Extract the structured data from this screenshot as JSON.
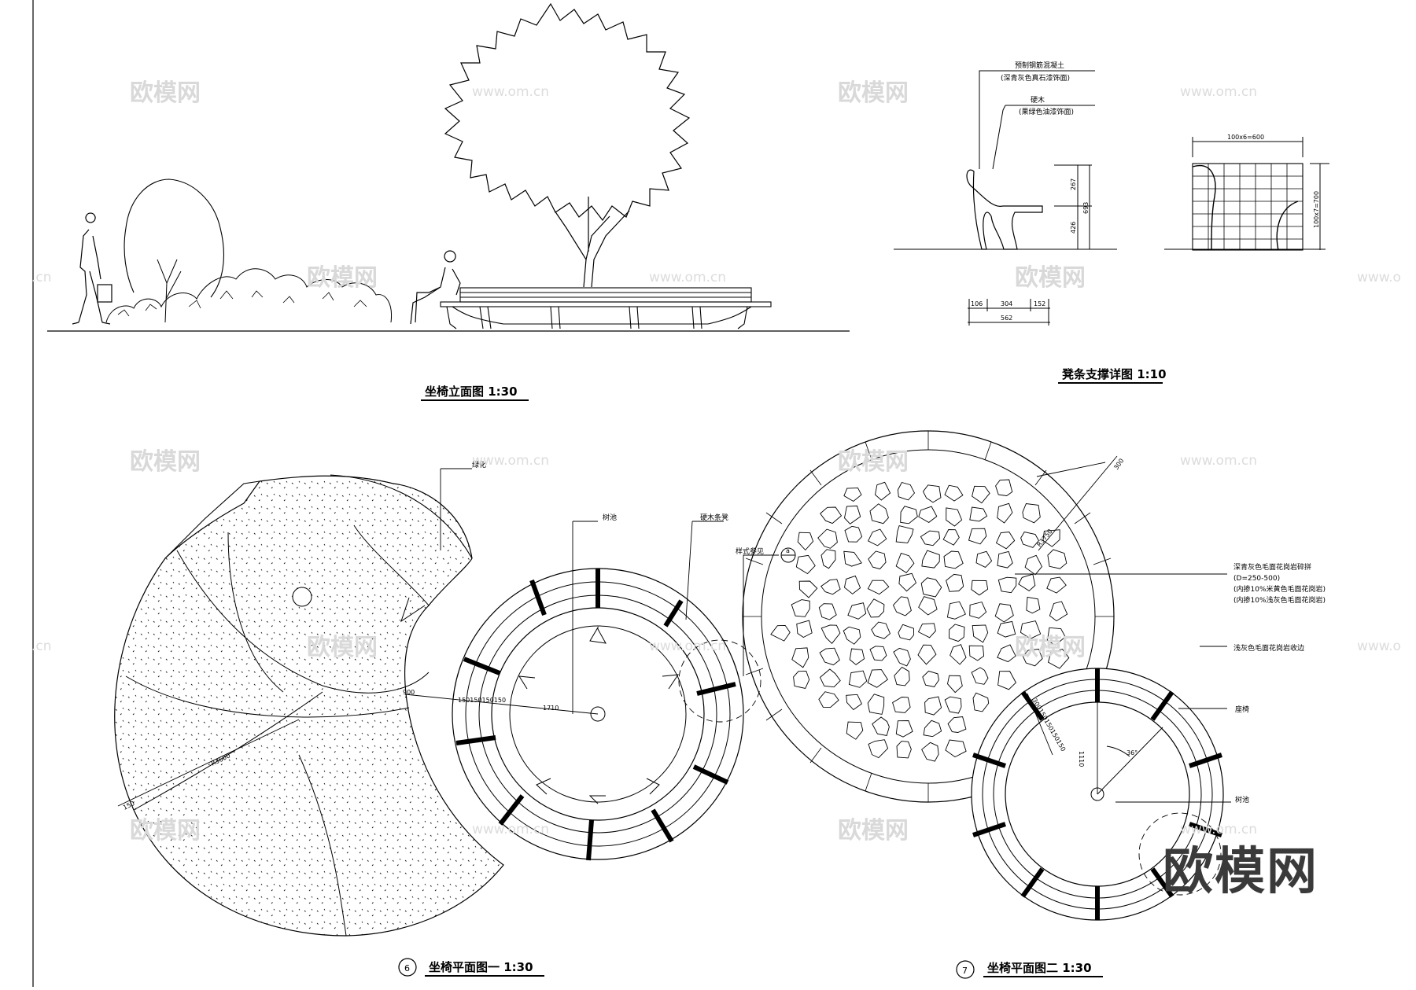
{
  "titles": {
    "elevation": "坐椅立面图 1:30",
    "support_detail": "凳条支撑详图 1:10",
    "plan_one": "坐椅平面图一 1:30",
    "plan_one_no": "6",
    "plan_two": "坐椅平面图二 1:30",
    "plan_two_no": "7"
  },
  "support_detail": {
    "note_concrete": "预制钢筋混凝土",
    "note_concrete_finish": "(深青灰色真石漆饰面)",
    "note_wood": "硬木",
    "note_wood_finish": "(果绿色油漆饰面)",
    "dim_top_h": "267",
    "dim_low_h": "426",
    "dim_total_h": "693",
    "dim_a": "106",
    "dim_b": "304",
    "dim_c": "152",
    "dim_total_w": "562",
    "grid_top": "100x6=600",
    "grid_side": "100x7=700"
  },
  "plan_one": {
    "label_green": "绿化",
    "label_pool": "树池",
    "label_bench": "硬木条凳",
    "label_ref": "样式参见",
    "ref_mark": "a",
    "dim_radius_big": "R3600",
    "dim_edge": "150",
    "dim_900": "900",
    "dim_rings": "150150150150",
    "dim_1710": "1710"
  },
  "plan_two": {
    "note_paving": "深青灰色毛面花岗岩碎拼",
    "note_paving_d": "(D=250-500)",
    "note_paving_mix1": "(内掺10%米黄色毛面花岗岩)",
    "note_paving_mix2": "(内掺10%浅灰色毛面花岗岩)",
    "note_edge": "浅灰色毛面花岗岩收边",
    "label_seat": "座椅",
    "label_pool": "树池",
    "dim_300": "300",
    "dim_r": "R3750",
    "dim_rings": "300150150150150",
    "dim_1110": "1110",
    "dim_angle": "36°"
  },
  "watermark": {
    "brand": "欧模网",
    "url": "www.om.cn",
    "url_edge": ".cn",
    "url_edge_right": "www.o"
  }
}
